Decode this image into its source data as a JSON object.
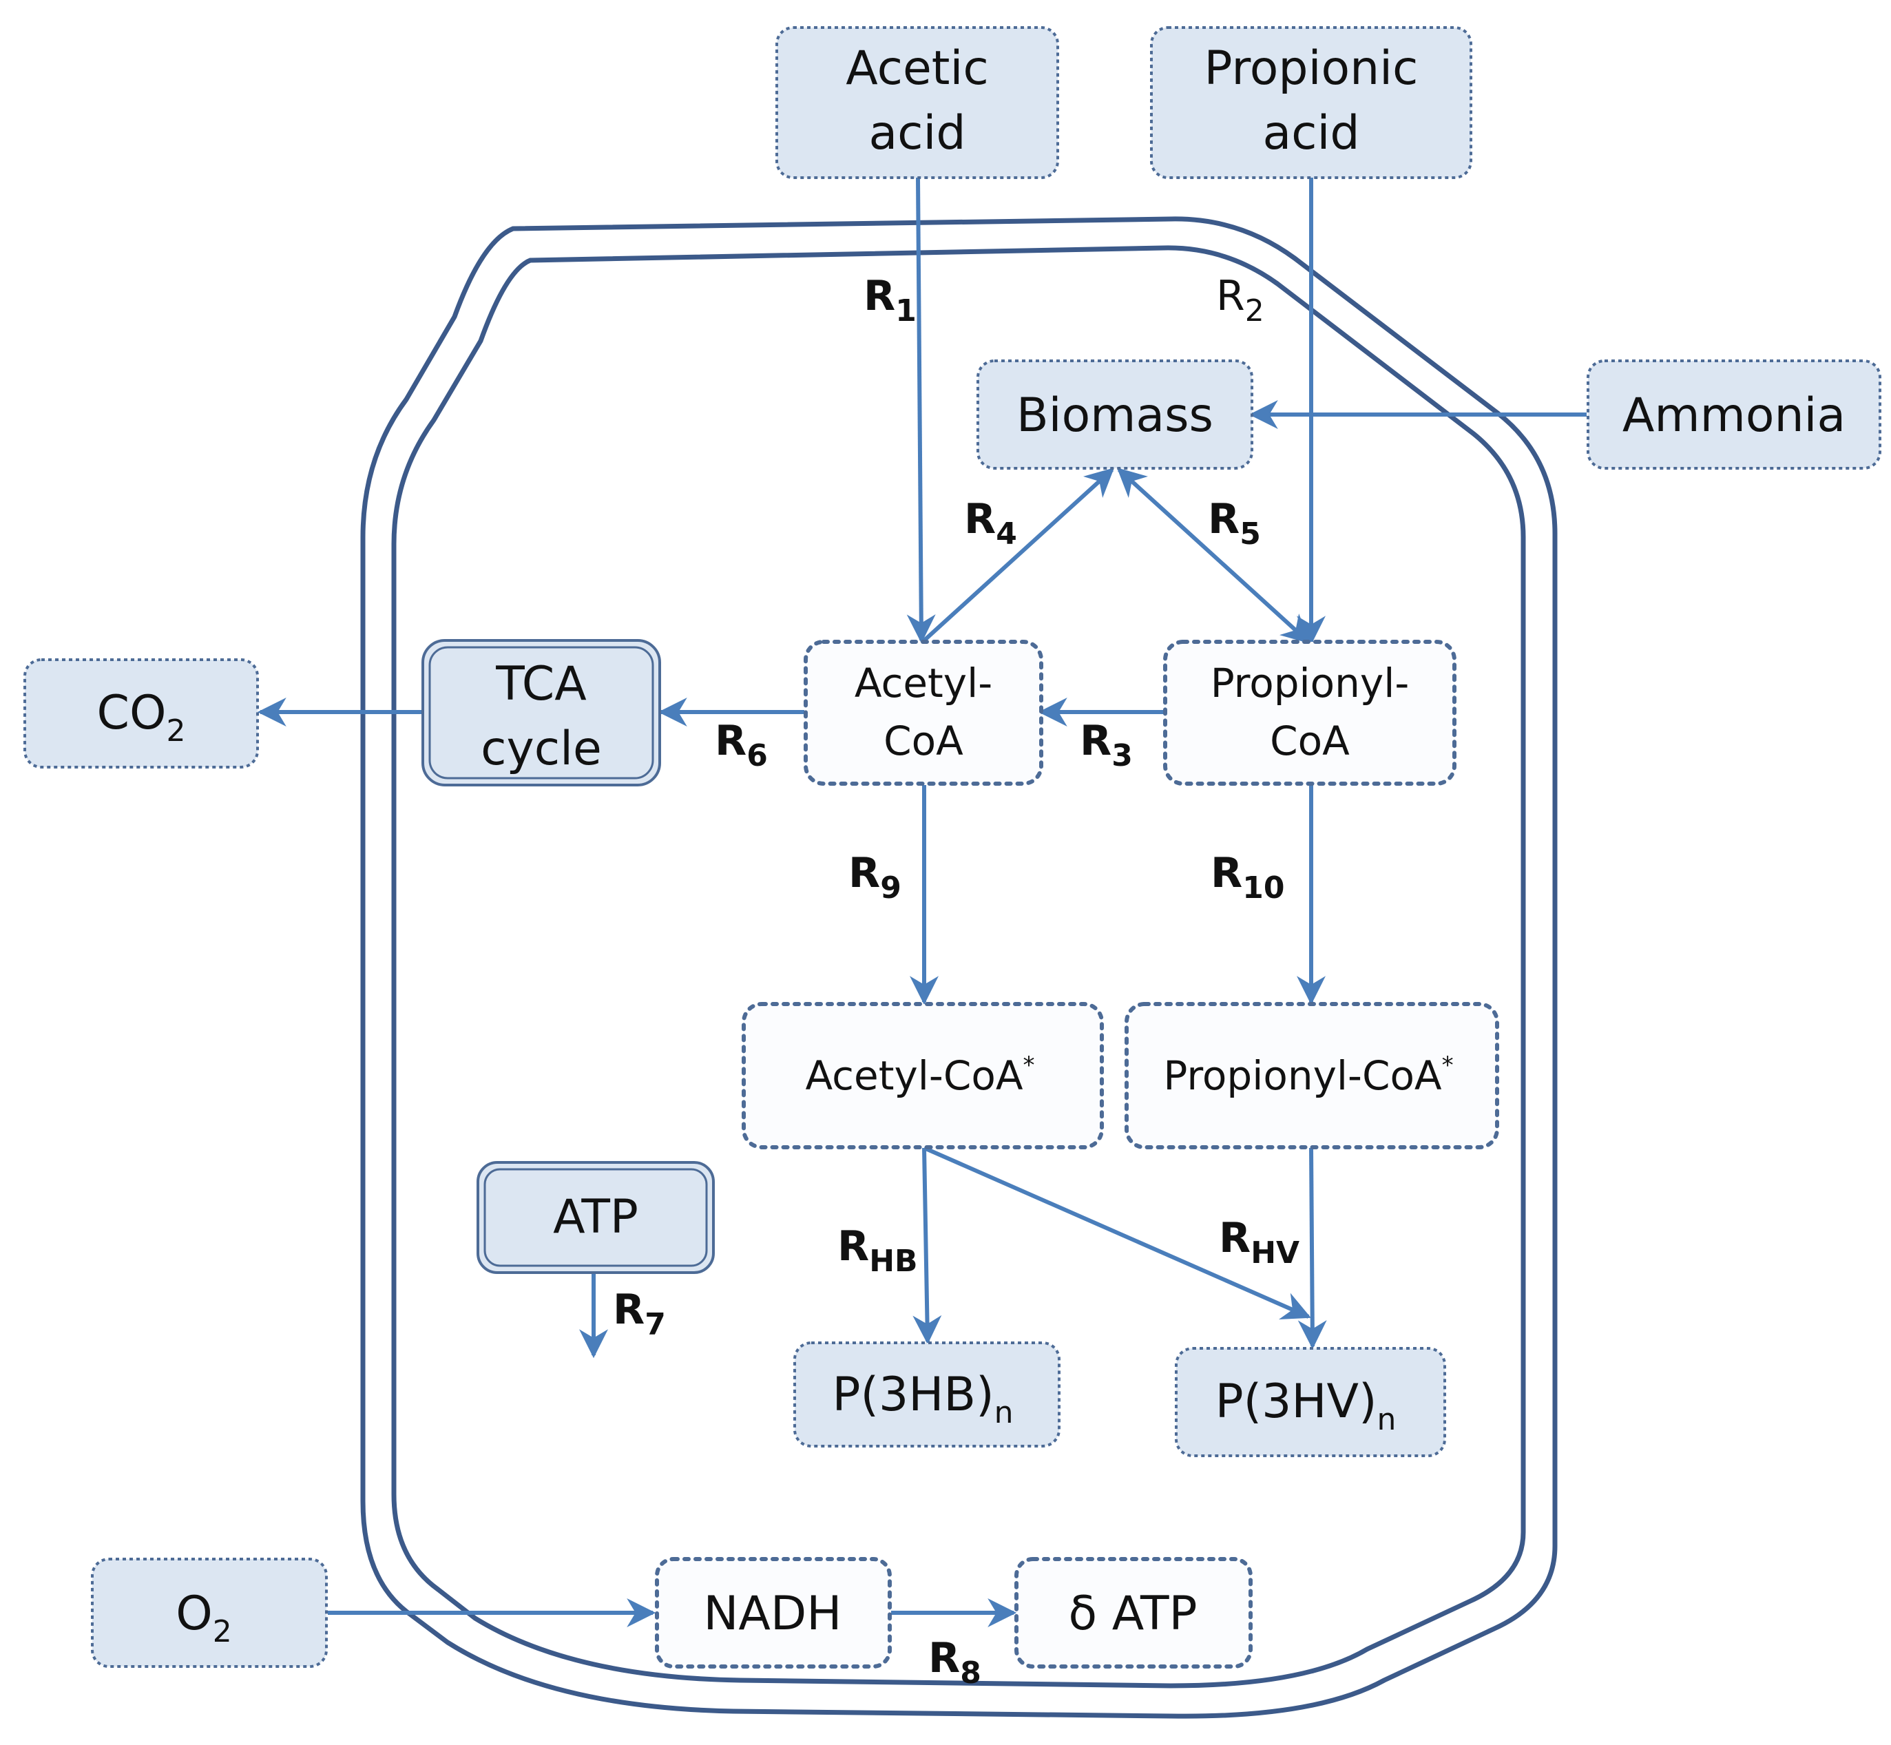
{
  "colors": {
    "arrow": "#4a7ebb",
    "membrane": "#3c5a8a",
    "fill_shaded": "#dce6f2",
    "fill_light": "#fbfcfe",
    "border_dotted": "#4d6b96"
  },
  "nodes": {
    "acetic_acid": {
      "line1": "Acetic",
      "line2": "acid"
    },
    "propionic_acid": {
      "line1": "Propionic",
      "line2": "acid"
    },
    "biomass": {
      "label": "Biomass"
    },
    "ammonia": {
      "label": "Ammonia"
    },
    "acetyl_coa": {
      "line1": "Acetyl-",
      "line2": "CoA"
    },
    "propionyl_coa": {
      "line1": "Propionyl-",
      "line2": "CoA"
    },
    "tca": {
      "line1": "TCA",
      "line2": "cycle"
    },
    "co2": {
      "base": "CO",
      "sub": "2"
    },
    "acetyl_coa_star": {
      "base": "Acetyl-CoA",
      "sup": "*"
    },
    "propionyl_coa_star": {
      "base": "Propionyl-CoA",
      "sup": "*"
    },
    "atp": {
      "label": "ATP"
    },
    "p3hb": {
      "base": "P(3HB)",
      "sub": "n"
    },
    "p3hv": {
      "base": "P(3HV)",
      "sub": "n"
    },
    "o2": {
      "base": "O",
      "sub": "2"
    },
    "nadh": {
      "label": "NADH"
    },
    "delta_atp": {
      "label": "δ ATP"
    }
  },
  "reactions": {
    "r1": {
      "base": "R",
      "sub": "1"
    },
    "r2": {
      "base": "R",
      "sub": "2"
    },
    "r3": {
      "base": "R",
      "sub": "3"
    },
    "r4": {
      "base": "R",
      "sub": "4"
    },
    "r5": {
      "base": "R",
      "sub": "5"
    },
    "r6": {
      "base": "R",
      "sub": "6"
    },
    "r7": {
      "base": "R",
      "sub": "7"
    },
    "r8": {
      "base": "R",
      "sub": "8"
    },
    "r9": {
      "base": "R",
      "sub": "9"
    },
    "r10": {
      "base": "R",
      "sub": "10"
    },
    "rhb": {
      "base": "R",
      "sub": "HB"
    },
    "rhv": {
      "base": "R",
      "sub": "HV"
    }
  }
}
